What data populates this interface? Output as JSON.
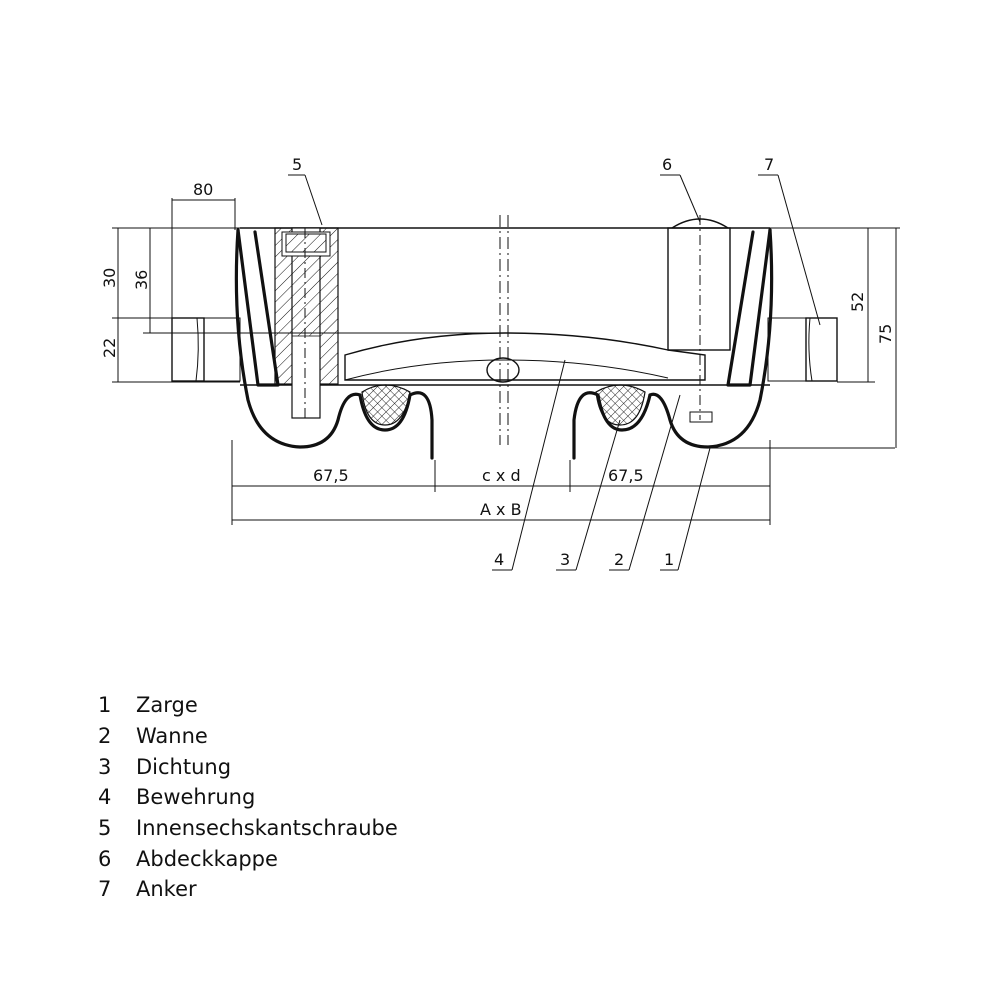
{
  "dimensions": {
    "top_width": "80",
    "height_30": "30",
    "height_36": "36",
    "height_22": "22",
    "height_52": "52",
    "height_75": "75",
    "left_width": "67,5",
    "right_width": "67,5",
    "inner_size": "c x d",
    "outer_size": "A x B"
  },
  "callouts": [
    "5",
    "6",
    "7",
    "4",
    "3",
    "2",
    "1"
  ],
  "legend": [
    {
      "num": "1",
      "label": "Zarge"
    },
    {
      "num": "2",
      "label": "Wanne"
    },
    {
      "num": "3",
      "label": "Dichtung"
    },
    {
      "num": "4",
      "label": "Bewehrung"
    },
    {
      "num": "5",
      "label": "Innensechskantschraube"
    },
    {
      "num": "6",
      "label": "Abdeckkappe"
    },
    {
      "num": "7",
      "label": "Anker"
    }
  ]
}
